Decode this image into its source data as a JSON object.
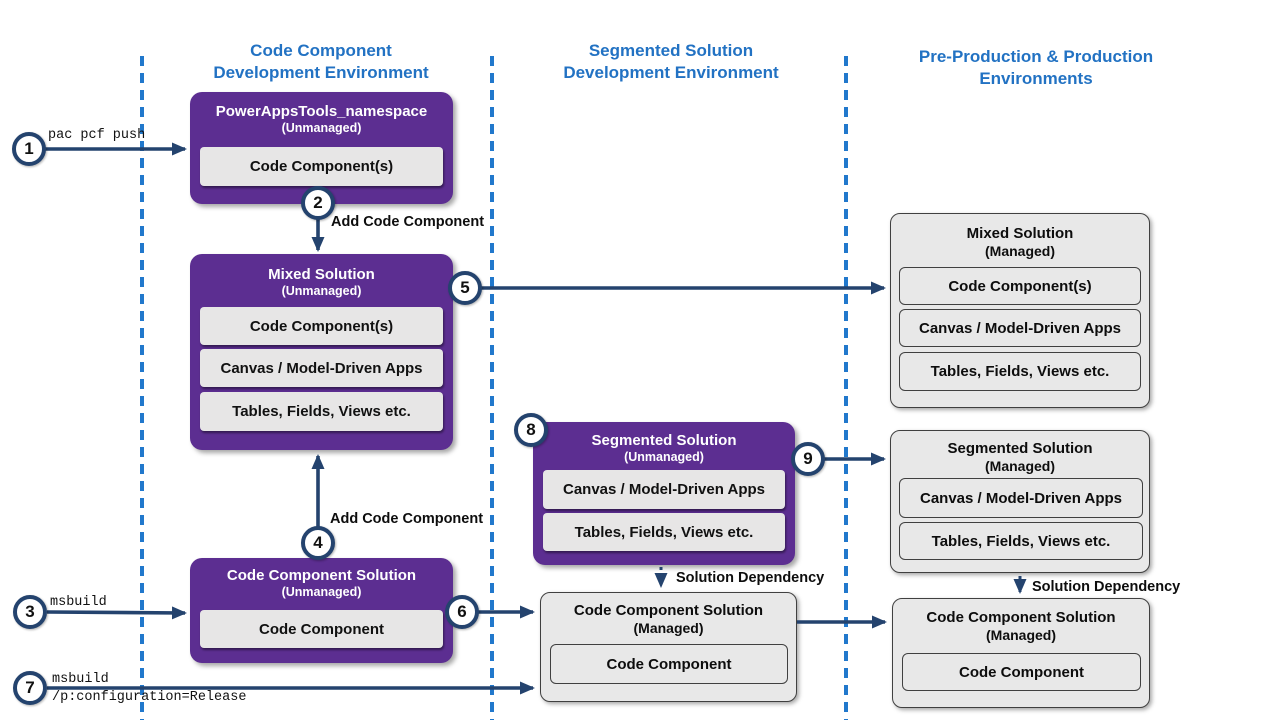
{
  "headers": [
    {
      "line1": "Code Component",
      "line2": "Development Environment"
    },
    {
      "line1": "Segmented Solution",
      "line2": "Development Environment"
    },
    {
      "line1": "Pre-Production & Production",
      "line2": "Environments"
    }
  ],
  "boxes": {
    "powerappstools": {
      "title": "PowerAppsTools_namespace",
      "state": "(Unmanaged)",
      "items": [
        "Code Component(s)"
      ]
    },
    "mixed_unmanaged": {
      "title": "Mixed Solution",
      "state": "(Unmanaged)",
      "items": [
        "Code Component(s)",
        "Canvas / Model-Driven Apps",
        "Tables, Fields, Views etc."
      ]
    },
    "code_component_unmanaged": {
      "title": "Code Component Solution",
      "state": "(Unmanaged)",
      "items": [
        "Code Component"
      ]
    },
    "segmented_unmanaged": {
      "title": "Segmented Solution",
      "state": "(Unmanaged)",
      "items": [
        "Canvas / Model-Driven Apps",
        "Tables, Fields, Views etc."
      ]
    },
    "code_component_managed_mid": {
      "title": "Code Component Solution",
      "state": "(Managed)",
      "items": [
        "Code Component"
      ]
    },
    "mixed_managed": {
      "title": "Mixed Solution",
      "state": "(Managed)",
      "items": [
        "Code Component(s)",
        "Canvas / Model-Driven Apps",
        "Tables, Fields, Views etc."
      ]
    },
    "segmented_managed": {
      "title": "Segmented Solution",
      "state": "(Managed)",
      "items": [
        "Canvas / Model-Driven Apps",
        "Tables, Fields, Views etc."
      ]
    },
    "code_component_managed_right": {
      "title": "Code Component Solution",
      "state": "(Managed)",
      "items": [
        "Code Component"
      ]
    }
  },
  "steps": {
    "s1": "1",
    "s2": "2",
    "s3": "3",
    "s4": "4",
    "s5": "5",
    "s6": "6",
    "s7": "7",
    "s8": "8",
    "s9": "9"
  },
  "edge_labels": {
    "pac_pcf_push": "pac pcf push",
    "add_code_component_top": "Add Code Component",
    "add_code_component_bottom": "Add Code Component",
    "msbuild": "msbuild",
    "msbuild_release_line1": "msbuild",
    "msbuild_release_line2": "/p:configuration=Release",
    "solution_dependency_mid": "Solution Dependency",
    "solution_dependency_right": "Solution Dependency"
  },
  "colors": {
    "purple": "#5C2E91",
    "navy": "#24436E",
    "dashed_blue": "#2178CC",
    "header_blue": "#2272C3",
    "box_gray": "#E8E8E8",
    "item_gray": "#E7E6E6"
  }
}
